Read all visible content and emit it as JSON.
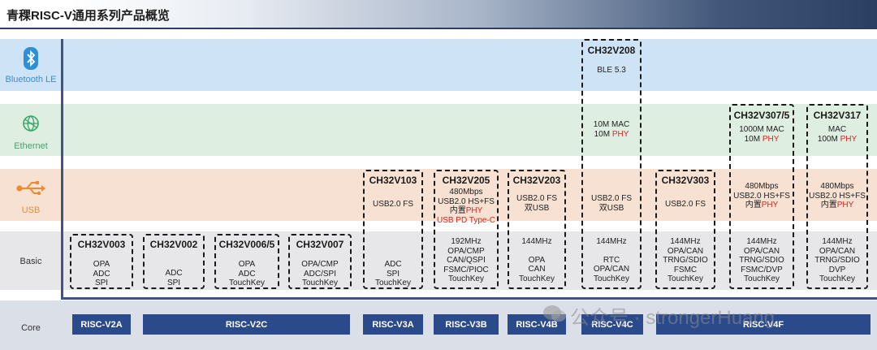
{
  "header": {
    "title": "青稞RISC-V通用系列产品概览"
  },
  "rows": {
    "bluetooth": "Bluetooth LE",
    "ethernet": "Ethernet",
    "usb": "USB",
    "basic": "Basic",
    "core": "Core"
  },
  "chips": {
    "v003": {
      "title": "CH32V003",
      "basic": [
        "OPA",
        "ADC",
        "SPI"
      ]
    },
    "v002": {
      "title": "CH32V002",
      "basic": [
        "ADC",
        "SPI"
      ]
    },
    "v0065": {
      "title": "CH32V006/5",
      "basic": [
        "OPA",
        "ADC",
        "TouchKey"
      ]
    },
    "v007": {
      "title": "CH32V007",
      "basic": [
        "OPA/CMP",
        "ADC/SPI",
        "TouchKey"
      ]
    },
    "v103": {
      "title": "CH32V103",
      "usb": [
        "USB2.0 FS"
      ],
      "basic": [
        "ADC",
        "SPI",
        "TouchKey"
      ]
    },
    "v205": {
      "title": "CH32V205",
      "usb": [
        "480Mbps",
        "USB2.0 HS+FS",
        "内置",
        "PHY",
        "USB PD Type-C"
      ],
      "basic": [
        "192MHz",
        "OPA/CMP",
        "CAN/QSPI",
        "FSMC/PIOC",
        "TouchKey"
      ]
    },
    "v203": {
      "title": "CH32V203",
      "usb": [
        "USB2.0 FS",
        "双USB"
      ],
      "basic": [
        "144MHz",
        "OPA",
        "CAN",
        "TouchKey"
      ]
    },
    "v208": {
      "title": "CH32V208",
      "bt": [
        "BLE 5.3"
      ],
      "eth": [
        "10M MAC",
        "10M",
        "PHY"
      ],
      "usb": [
        "USB2.0 FS",
        "双USB"
      ],
      "basic": [
        "144MHz",
        "RTC",
        "OPA/CAN",
        "TouchKey"
      ]
    },
    "v303": {
      "title": "CH32V303",
      "usb": [
        "USB2.0 FS"
      ],
      "basic": [
        "144MHz",
        "OPA/CAN",
        "TRNG/SDIO",
        "FSMC",
        "TouchKey"
      ]
    },
    "v3075": {
      "title": "CH32V307/5",
      "eth": [
        "1000M MAC",
        "10M",
        "PHY"
      ],
      "usb": [
        "480Mbps",
        "USB2.0 HS+FS",
        "内置",
        "PHY"
      ],
      "basic": [
        "144MHz",
        "OPA/CAN",
        "TRNG/SDIO",
        "FSMC/DVP",
        "TouchKey"
      ]
    },
    "v317": {
      "title": "CH32V317",
      "eth": [
        "MAC",
        "100M",
        "PHY"
      ],
      "usb": [
        "480Mbps",
        "USB2.0 HS+FS",
        "内置",
        "PHY"
      ],
      "basic": [
        "144MHz",
        "OPA/CAN",
        "TRNG/SDIO",
        "DVP",
        "TouchKey"
      ]
    }
  },
  "cores": [
    "RISC-V2A",
    "RISC-V2C",
    "RISC-V3A",
    "RISC-V3B",
    "RISC-V4B",
    "RISC-V4C",
    "RISC-V4F"
  ],
  "watermark": "公众号 · strongerHuang",
  "colors": {
    "core_bg": "#2b4a8b",
    "accent_blue": "#3a8ec9",
    "phy_red": "#e0221e"
  }
}
